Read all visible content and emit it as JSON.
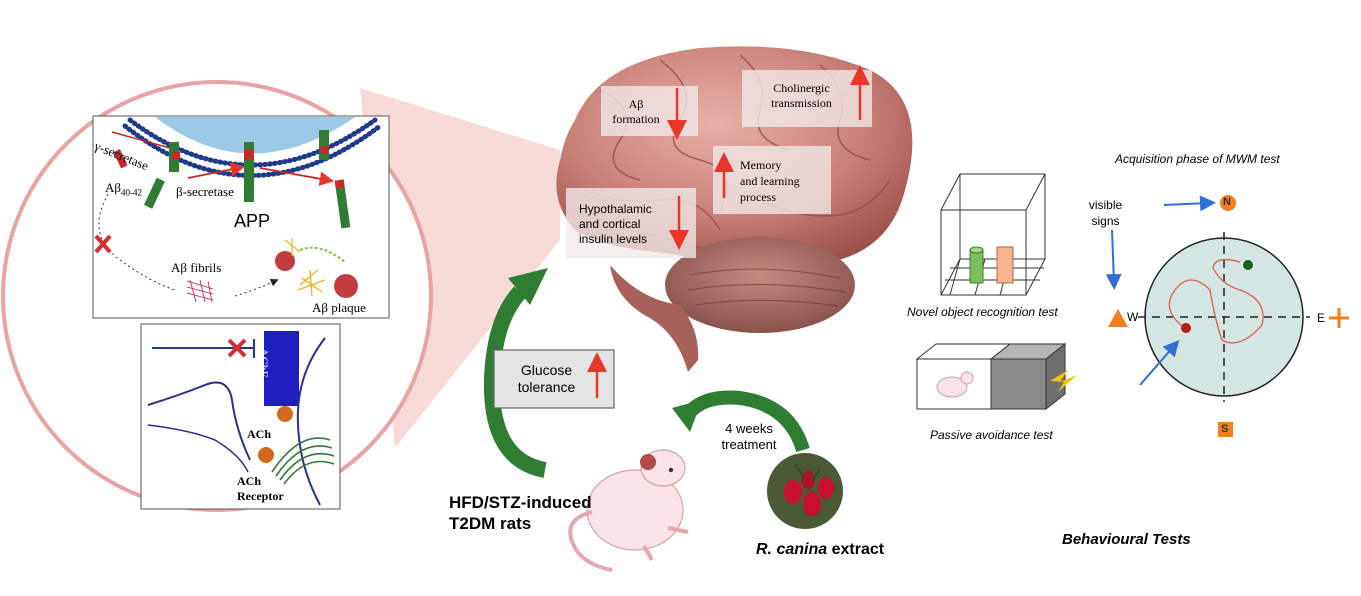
{
  "mechanism_panel": {
    "gamma_secretase": "γ-secretase",
    "beta_secretase": "β-secretase",
    "ab_peptide": "Aβ",
    "ab_peptide_sub": "40-42",
    "app": "APP",
    "ab_fibrils": "Aβ fibrils",
    "ab_plaque": "Aβ plaque"
  },
  "synapse_panel": {
    "ache": "AChE",
    "ach": "ACh",
    "ach_receptor_line1": "ACh",
    "ach_receptor_line2": "Receptor"
  },
  "brain_labels": {
    "ab_formation_line1": "Aβ",
    "ab_formation_line2": "formation",
    "cholinergic_line1": "Cholinergic",
    "cholinergic_line2": "transmission",
    "memory_line1": "Memory",
    "memory_line2": "and learning",
    "memory_line3": "process",
    "insulin_line1": "Hypothalamic",
    "insulin_line2": "and cortical",
    "insulin_line3": "insulin levels"
  },
  "glucose_box": {
    "line1": "Glucose",
    "line2": "tolerance"
  },
  "rats_label": {
    "line1": "HFD/STZ-induced",
    "line2": "T2DM rats"
  },
  "treatment": {
    "line1": "4 weeks",
    "line2": "treatment"
  },
  "extract_label": {
    "species": "R. canina",
    "rest": " extract"
  },
  "behavioural": {
    "title": "Behavioural Tests",
    "novel_object": "Novel object recognition test",
    "passive_avoidance": "Passive avoidance test",
    "mwm_title": "Acquisition phase of MWM test",
    "visible_signs_line1": "visible",
    "visible_signs_line2": "signs",
    "north": "N",
    "south": "S",
    "east": "E",
    "west": "W"
  },
  "colors": {
    "arrow_red": "#e8362b",
    "arrow_green": "#2e7d32",
    "pool": "#d3e6e4",
    "compass_orange": "#f07f1e",
    "circle_outline": "#e9a3a3",
    "ache_blue": "#1f1fbf"
  }
}
